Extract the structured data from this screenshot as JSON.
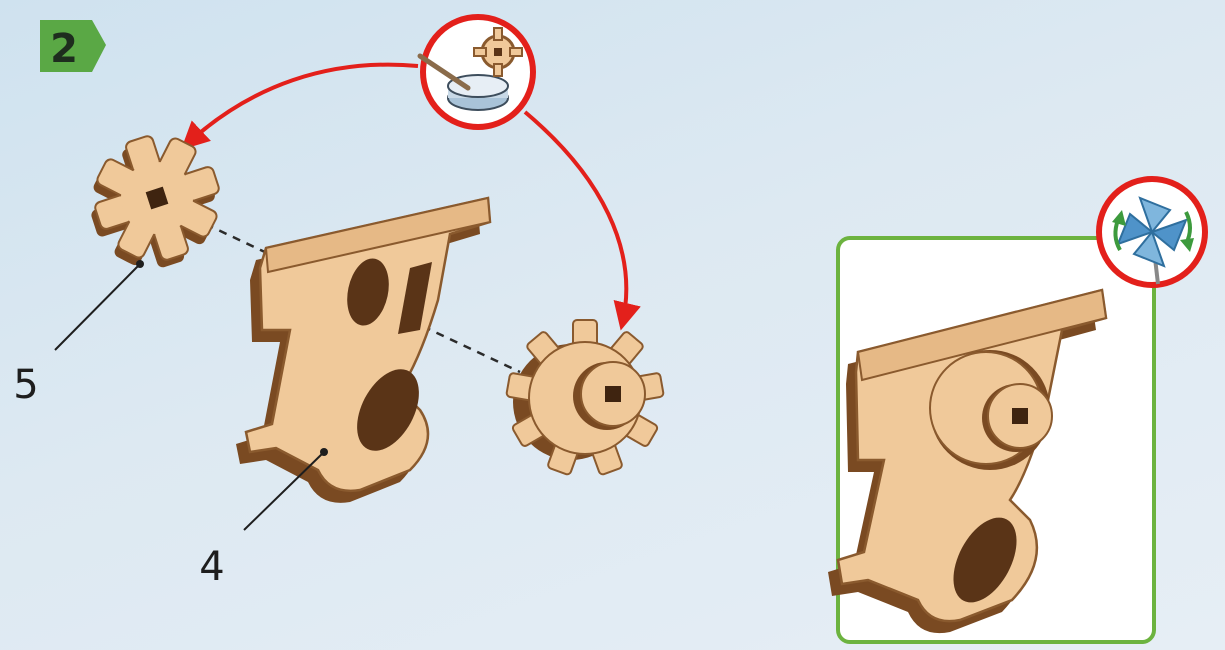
{
  "step": {
    "number": "2"
  },
  "parts": [
    {
      "label": "5"
    },
    {
      "label": "4"
    }
  ],
  "icons": {
    "glue_hint": "glue-gear-icon",
    "rotate_hint": "pinwheel-rotate-icon"
  },
  "colors": {
    "step_badge": "#5aa845",
    "wood_face": "#f0c99a",
    "wood_edge": "#8a5a2e",
    "arrow": "#e3201b",
    "result_frame": "#6cb33f",
    "hint_ring": "#e3201b"
  }
}
